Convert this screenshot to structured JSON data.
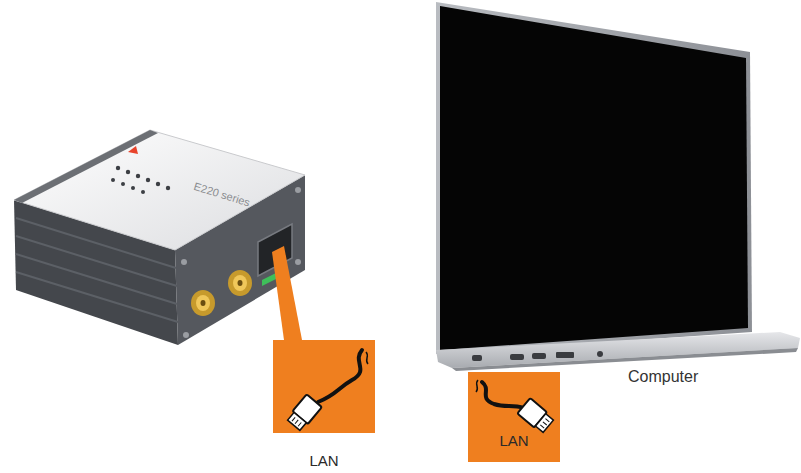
{
  "diagram": {
    "nodes": [
      {
        "text": [
          "LAN"
        ]
      },
      {
        "text": [
          "LAN"
        ]
      }
    ],
    "labels": [
      "E220 series",
      "Computer"
    ]
  }
}
